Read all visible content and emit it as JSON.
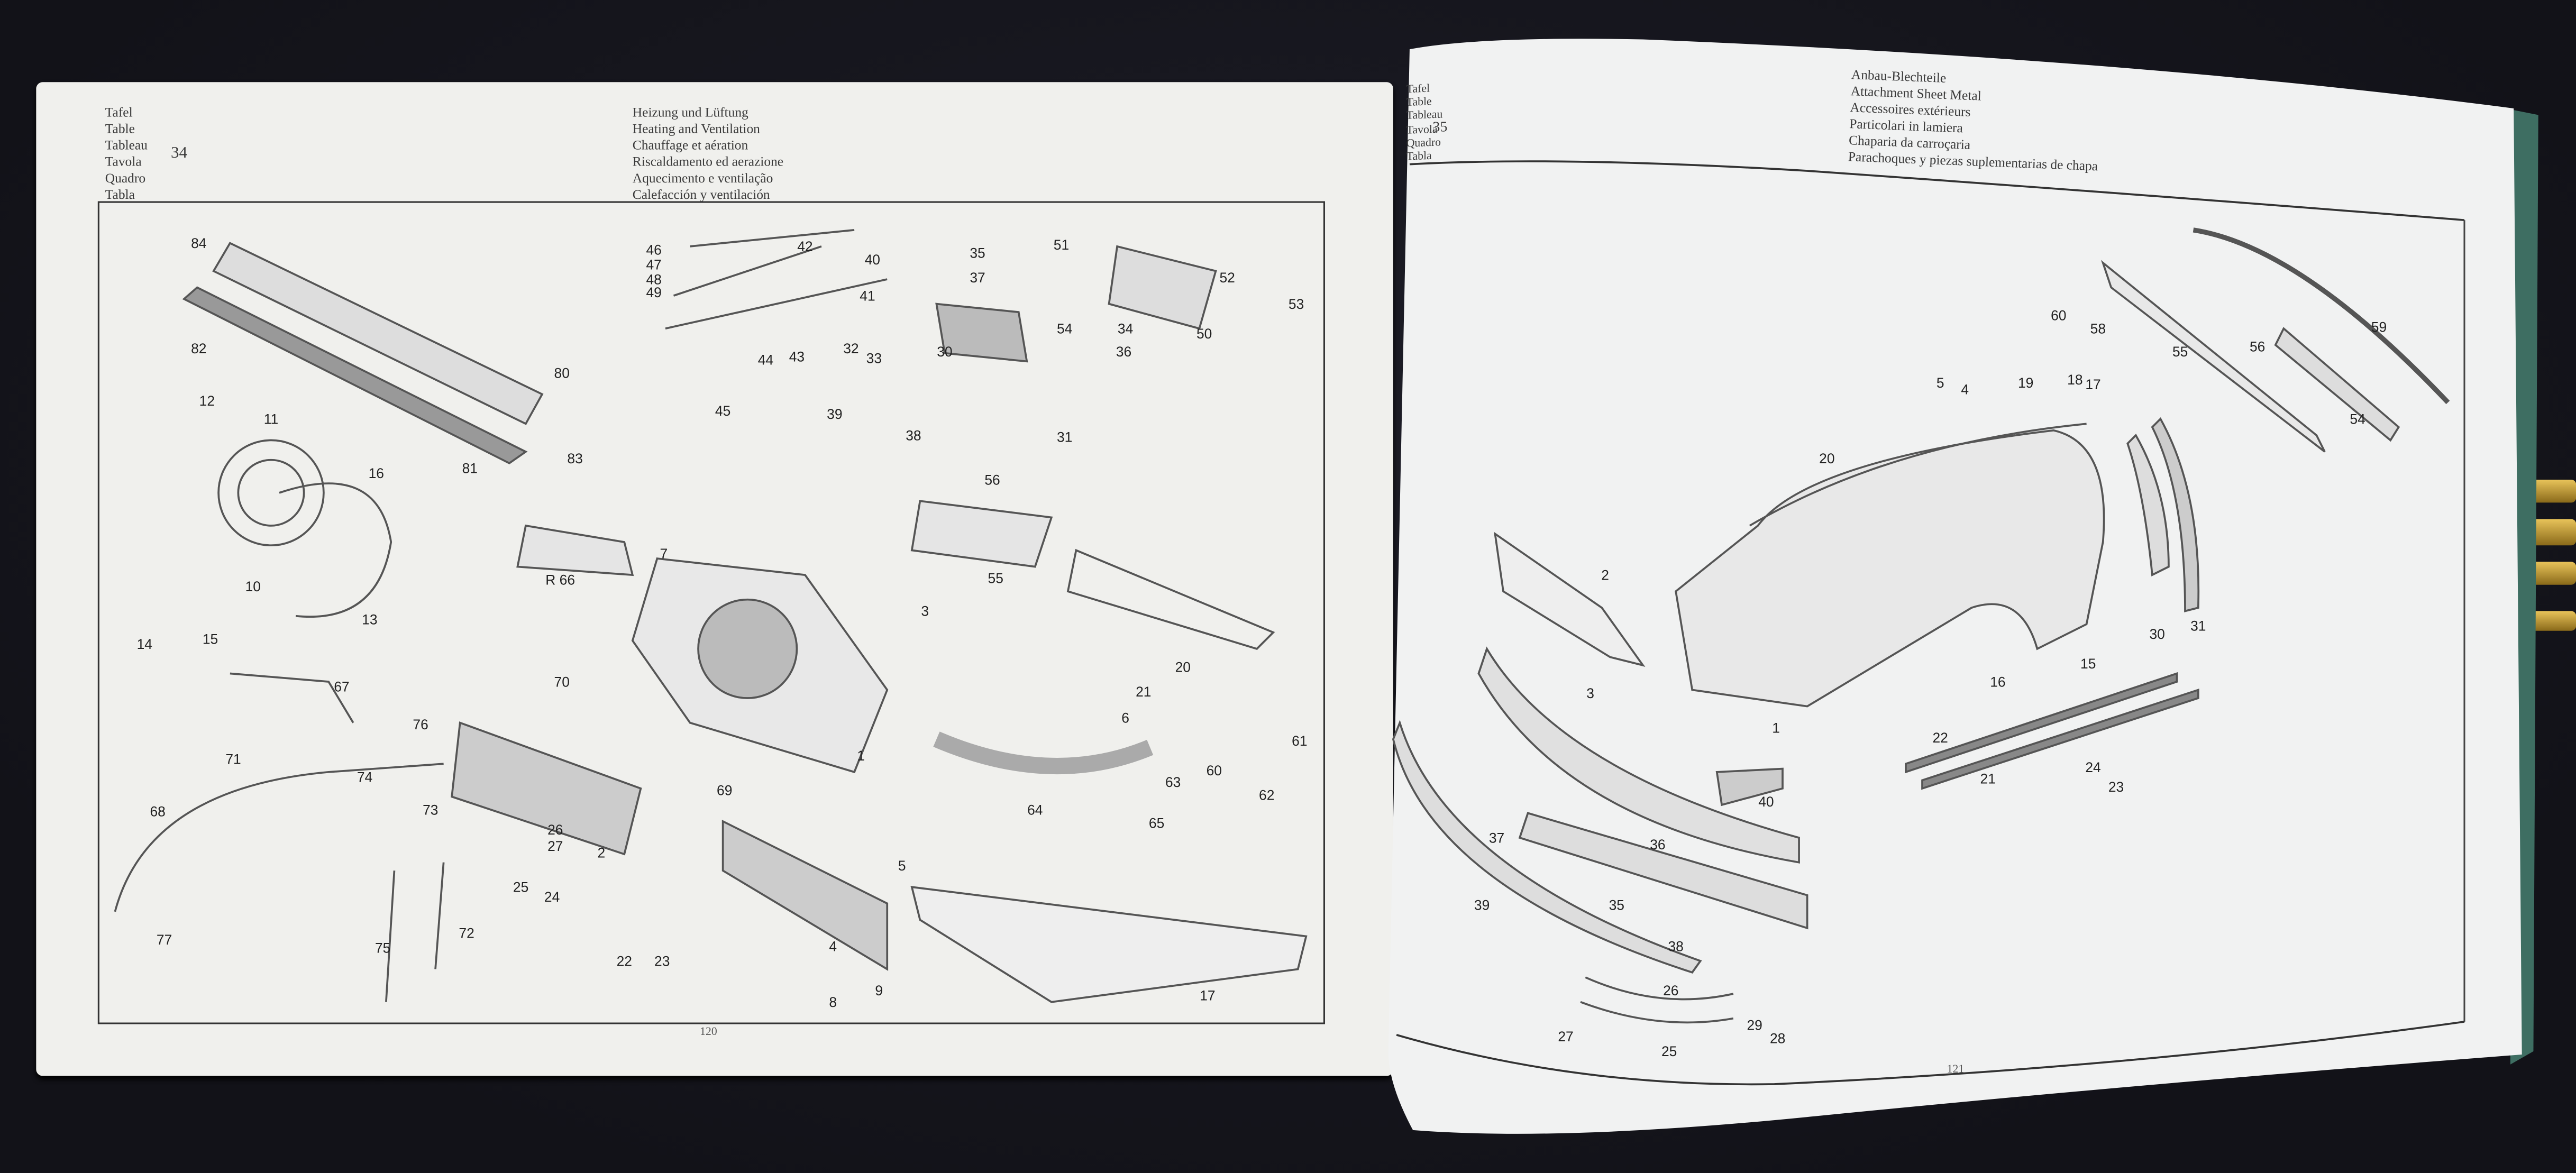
{
  "left_page": {
    "table_labels": [
      "Tafel",
      "Table",
      "Tableau",
      "Tavola",
      "Quadro",
      "Tabla"
    ],
    "table_number": "34",
    "titles": [
      "Heizung und Lüftung",
      "Heating and Ventilation",
      "Chauffage et aération",
      "Riscaldamento ed aerazione",
      "Aquecimento e ventilação",
      "Calefacción y ventilación"
    ],
    "page_number": "120",
    "callouts": [
      "84",
      "82",
      "80",
      "81",
      "83",
      "12",
      "11",
      "16",
      "10",
      "13",
      "14",
      "15",
      "46",
      "47",
      "48",
      "49",
      "42",
      "40",
      "41",
      "44",
      "43",
      "32",
      "33",
      "35",
      "37",
      "51",
      "52",
      "53",
      "50",
      "54",
      "34",
      "36",
      "30",
      "31",
      "45",
      "39",
      "38",
      "56",
      "55",
      "R 66",
      "7",
      "3",
      "20",
      "21",
      "6",
      "70",
      "67",
      "76",
      "71",
      "74",
      "1",
      "69",
      "68",
      "73",
      "26",
      "27",
      "2",
      "25",
      "24",
      "60",
      "61",
      "63",
      "62",
      "64",
      "65",
      "5",
      "4",
      "22",
      "23",
      "75",
      "72",
      "77",
      "8",
      "9",
      "17"
    ]
  },
  "right_page": {
    "table_labels": [
      "Tafel",
      "Table",
      "Tableau",
      "Tavola",
      "Quadro",
      "Tabla"
    ],
    "table_number": "35",
    "titles": [
      "Anbau-Blechteile",
      "Attachment Sheet Metal",
      "Accessoires extérieurs",
      "Particolari in lamiera",
      "Chaparia da carroçaria",
      "Parachoques y piezas suplementarias de chapa"
    ],
    "page_number": "121",
    "callouts": [
      "60",
      "58",
      "55",
      "56",
      "59",
      "54",
      "5",
      "4",
      "19",
      "18",
      "17",
      "20",
      "2",
      "3",
      "1",
      "16",
      "15",
      "30",
      "31",
      "22",
      "21",
      "24",
      "23",
      "40",
      "37",
      "36",
      "35",
      "39",
      "38",
      "26",
      "27",
      "25",
      "29",
      "28"
    ]
  }
}
